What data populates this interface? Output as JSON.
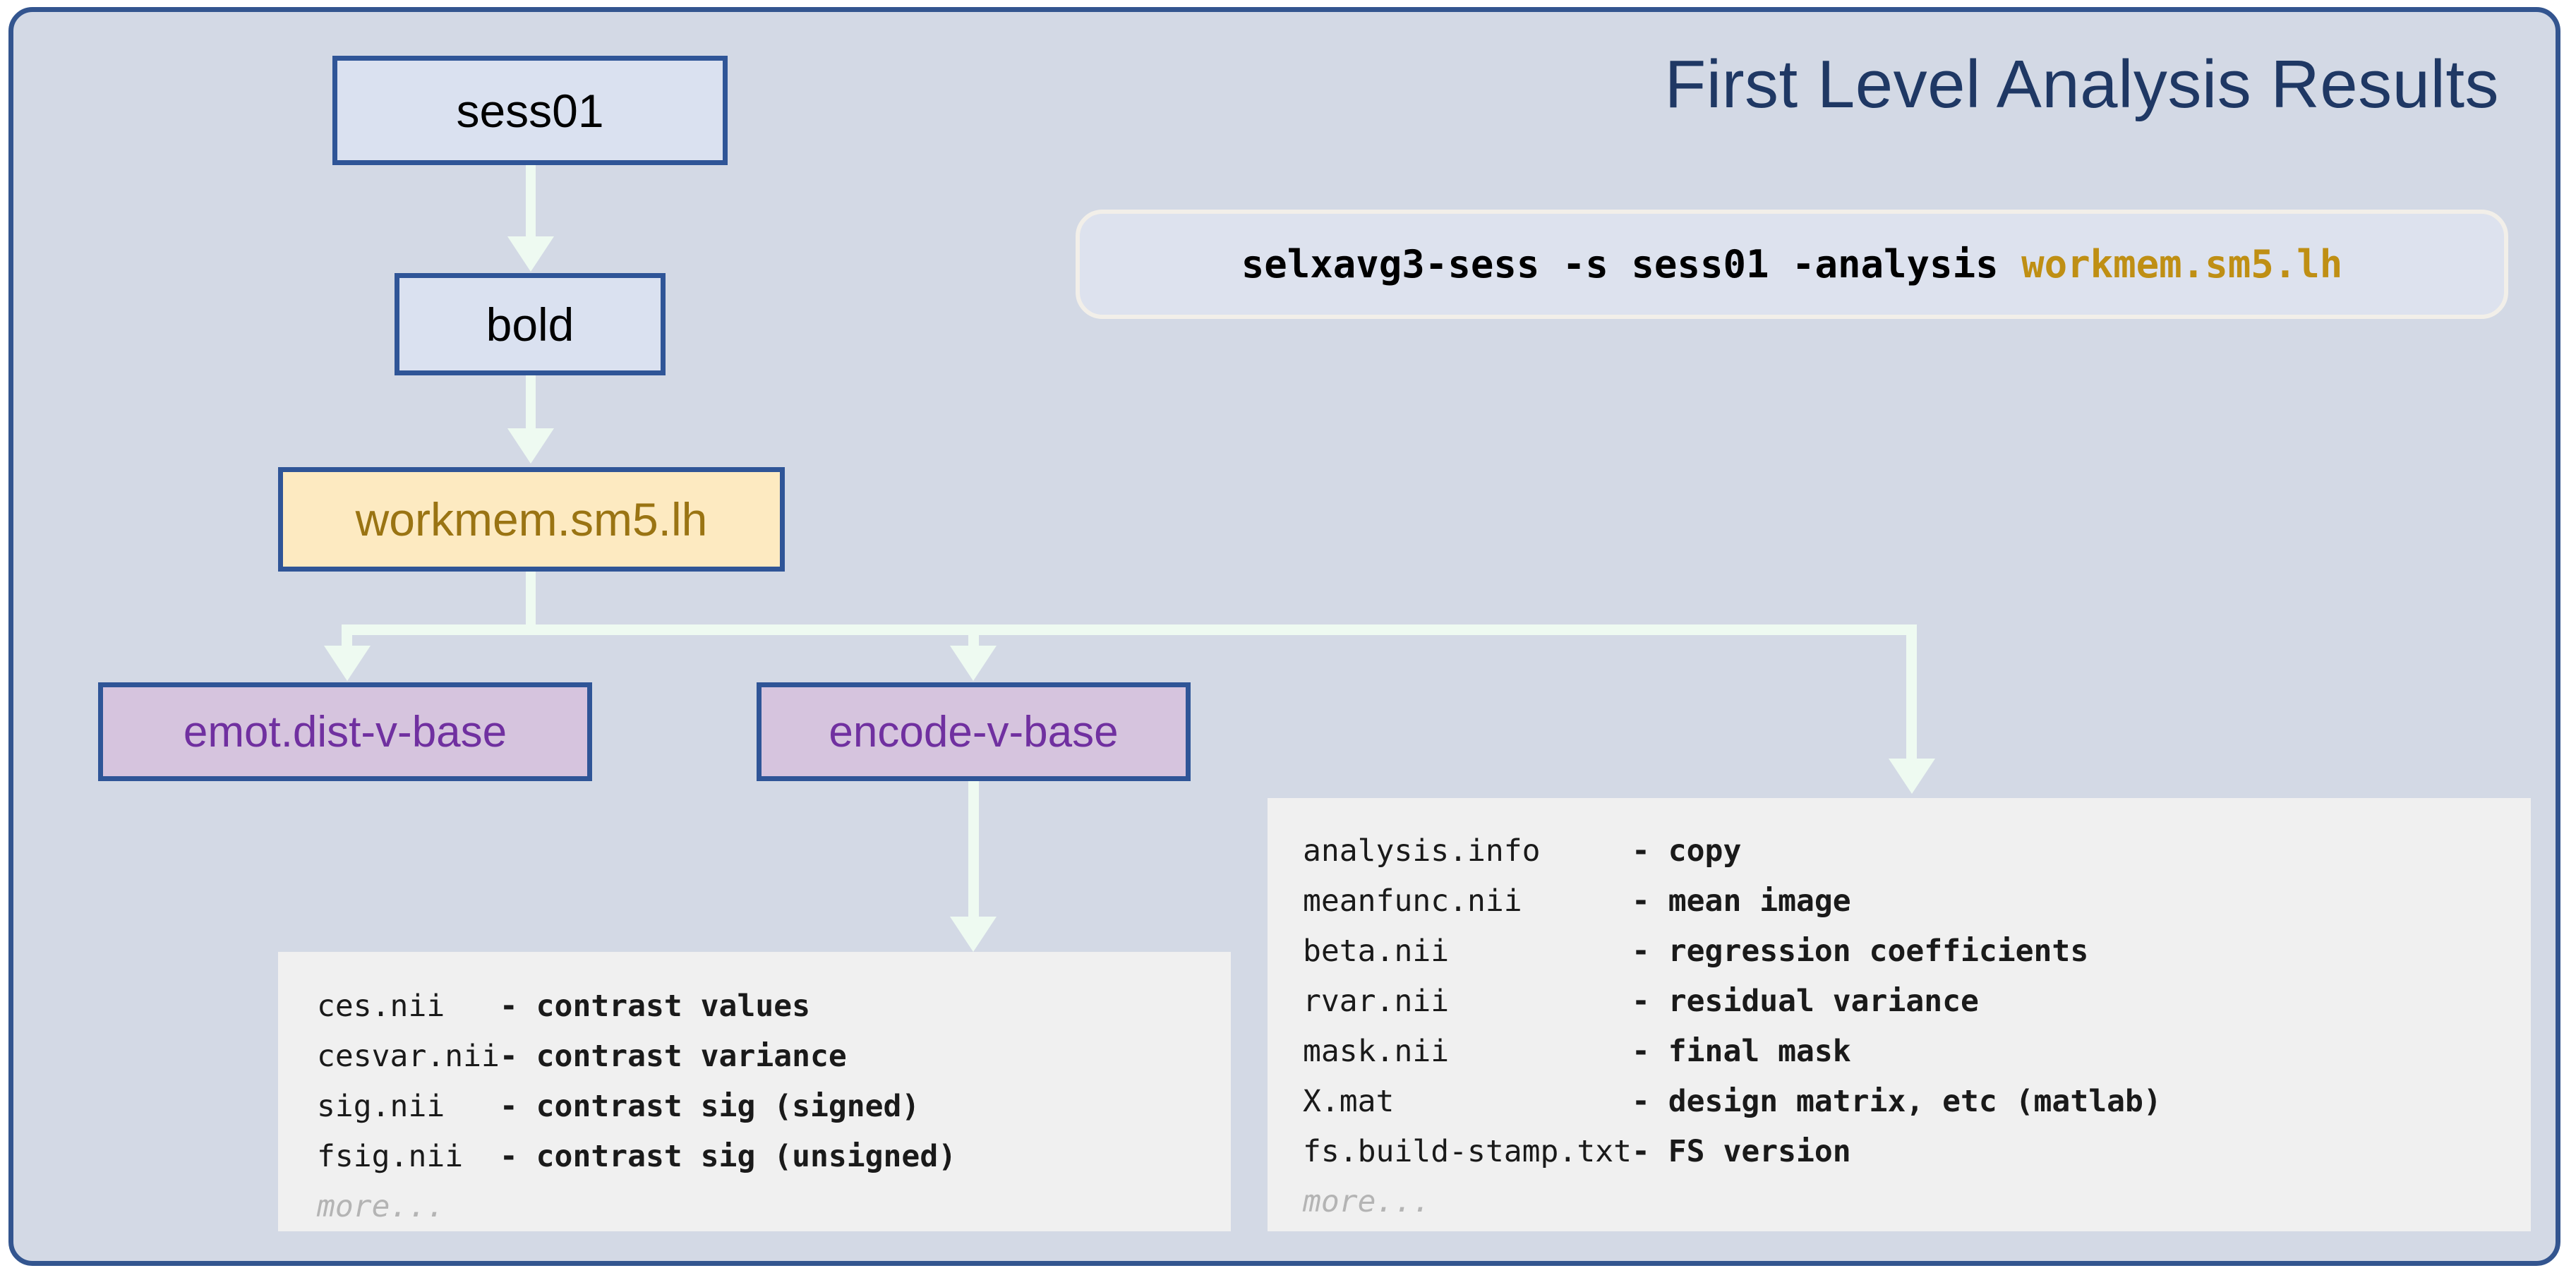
{
  "title": "First Level Analysis Results",
  "command": {
    "prefix": "selxavg3-sess -s sess01 -analysis ",
    "highlight": "workmem.sm5.lh",
    "full": "selxavg3-sess -s sess01 -analysis workmem.sm5.lh"
  },
  "colors": {
    "page_background": "#d3d9e5",
    "outer_border": "#33558f",
    "node_border": "#2f5597",
    "node_blue_fill": "#dae1f0",
    "node_yellow_fill": "#fdeac1",
    "node_yellow_text": "#9a7413",
    "node_purple_fill": "#d6c4de",
    "node_purple_text": "#7030a0",
    "title_color": "#1f3864",
    "panel_fill": "#f0f0f0",
    "arrow_color": "#eefaf1",
    "command_highlight": "#bf8f14",
    "more_text": "#b4b4b4"
  },
  "nodes": {
    "sess01": "sess01",
    "bold": "bold",
    "workmem": "workmem.sm5.lh",
    "emot": "emot.dist-v-base",
    "encode": "encode-v-base"
  },
  "panel_left": {
    "rows": [
      {
        "file": "ces.nii   ",
        "sep": "- ",
        "desc": "contrast values"
      },
      {
        "file": "cesvar.nii",
        "sep": "- ",
        "desc": "contrast variance"
      },
      {
        "file": "sig.nii   ",
        "sep": "- ",
        "desc": "contrast sig (signed)"
      },
      {
        "file": "fsig.nii  ",
        "sep": "- ",
        "desc": "contrast sig (unsigned)"
      }
    ],
    "more": "more..."
  },
  "panel_right": {
    "rows": [
      {
        "file": "analysis.info     ",
        "sep": "- ",
        "desc": "copy"
      },
      {
        "file": "meanfunc.nii      ",
        "sep": "- ",
        "desc": "mean image"
      },
      {
        "file": "beta.nii          ",
        "sep": "- ",
        "desc": "regression coefficients"
      },
      {
        "file": "rvar.nii          ",
        "sep": "- ",
        "desc": "residual variance"
      },
      {
        "file": "mask.nii          ",
        "sep": "- ",
        "desc": "final mask"
      },
      {
        "file": "X.mat             ",
        "sep": "- ",
        "desc": "design matrix, etc (matlab)"
      },
      {
        "file": "fs.build-stamp.txt",
        "sep": "- ",
        "desc": "FS version"
      }
    ],
    "more": "more..."
  }
}
